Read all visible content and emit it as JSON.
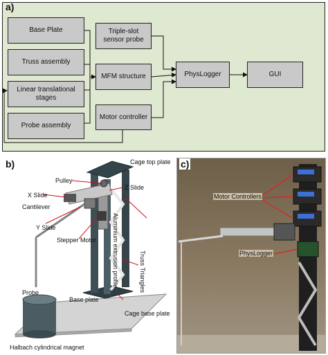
{
  "panel_a": {
    "label": "a)",
    "boxes": {
      "base_plate": "Base Plate",
      "truss_assembly": "Truss assembly",
      "linear_stages": "Linear translational stages",
      "probe_assembly": "Probe assembly",
      "triple_slot": "Triple-slot sensor probe",
      "mfm_structure": "MFM structure",
      "motor_controller": "Motor controller",
      "physlogger": "PhysLogger",
      "gui": "GUI"
    }
  },
  "panel_b": {
    "label": "b)",
    "labels": {
      "cage_top_plate": "Cage top plate",
      "pulley": "Pulley",
      "z_slide": "Z Slide",
      "x_slide": "X Slide",
      "cantilever": "Cantilever",
      "y_slide": "Y Slide",
      "stepper_motor": "Stepper Motor",
      "aluminium_profile": "Aluminium extrusion profile",
      "truss_triangles": "Truss Triangles",
      "probe": "Probe",
      "base_plate": "Base plate",
      "cage_base_plate": "Cage base plate",
      "halbach_magnet": "Halbach cylindrical magnet"
    }
  },
  "panel_c": {
    "label": "c)",
    "labels": {
      "motor_controllers": "Motor Controllers",
      "physlogger": "PhysLogger"
    }
  }
}
